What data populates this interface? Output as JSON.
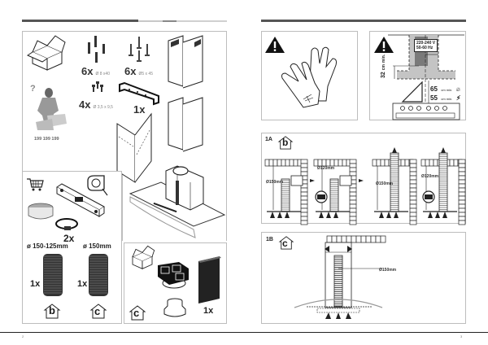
{
  "left_page": {
    "page_number": "2",
    "parts_panel": {
      "items": [
        {
          "name": "wall-plugs",
          "quantity": "6x",
          "spec": "Ø 8 x40"
        },
        {
          "name": "screws",
          "quantity": "6x",
          "spec": "Ø5 x 45"
        },
        {
          "name": "small-screws",
          "quantity": "4x",
          "spec": "Ø 3,5 x 9,5"
        },
        {
          "name": "bracket",
          "quantity": "1x",
          "spec": ""
        }
      ],
      "help_mark": "?",
      "phone_number": "199 199 199"
    },
    "tools_panel": {
      "clamp_quantity": "2x",
      "duct_left_size": "ø 150-125mm",
      "duct_right_size": "ø 150mm",
      "duct_left_quantity": "1x",
      "duct_right_quantity": "1x",
      "duct_left_mode": "b",
      "duct_right_mode": "c"
    },
    "recirc_panel": {
      "mode": "c",
      "filter_quantity": "1x"
    }
  },
  "right_page": {
    "page_number": "3",
    "electrical": {
      "voltage": "220-240 V",
      "frequency": "50-60 Hz",
      "min_top_value": "32",
      "min_top_unit": "cm",
      "min_top_note": "min.",
      "gas_distance": "65",
      "electric_distance": "55",
      "distance_unit": "cm min."
    },
    "diagram_1a": {
      "label": "1A",
      "mode": "b",
      "duct_labels": [
        "Ø150mm",
        "Ø120mm",
        "Ø150mm",
        "Ø120mm"
      ]
    },
    "diagram_1b": {
      "label": "1B",
      "mode": "c",
      "duct_label": "Ø150mm"
    }
  },
  "colors": {
    "header_dark": "#555555",
    "header_light": "#c8c8c8",
    "panel_border": "#bdbdbd",
    "warning": "#1a1a1a",
    "hood_gray": "#c4c4c4",
    "chimney_dark": "#7a7a7a"
  }
}
